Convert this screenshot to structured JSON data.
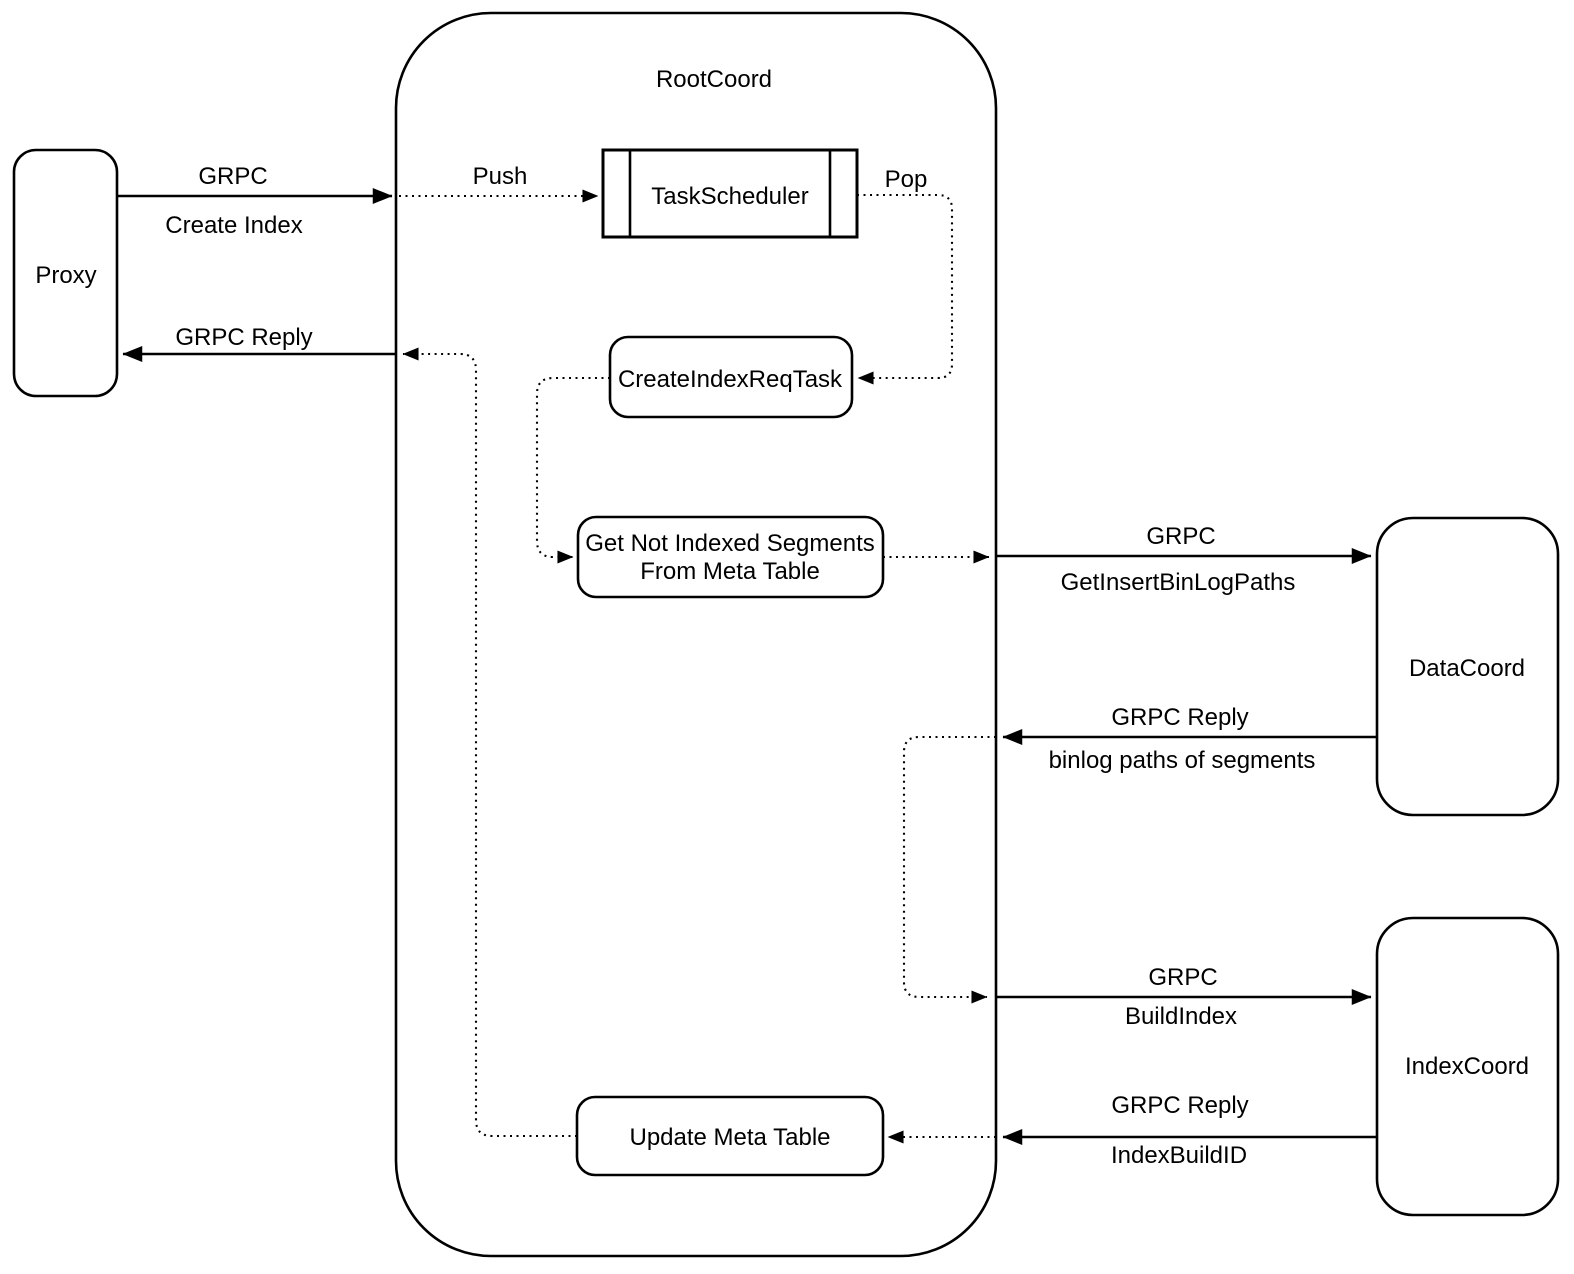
{
  "diagram": {
    "container_label": "RootCoord",
    "nodes": {
      "proxy": "Proxy",
      "task_scheduler": "TaskScheduler",
      "create_index_req_task": "CreateIndexReqTask",
      "get_not_indexed_line1": "Get Not Indexed Segments",
      "get_not_indexed_line2": "From Meta Table",
      "update_meta_table": "Update Meta Table",
      "data_coord": "DataCoord",
      "index_coord": "IndexCoord"
    },
    "edge_labels": {
      "grpc_create": "GRPC",
      "create_index": "Create Index",
      "push": "Push",
      "pop": "Pop",
      "grpc_reply_proxy": "GRPC Reply",
      "grpc_get_insert": "GRPC",
      "get_insert_bin_log_paths": "GetInsertBinLogPaths",
      "grpc_reply_data_coord": "GRPC Reply",
      "binlog_paths_of_segments": "binlog paths of segments",
      "grpc_build": "GRPC",
      "build_index": "BuildIndex",
      "grpc_reply_index_coord": "GRPC Reply",
      "index_build_id": "IndexBuildID"
    },
    "colors": {
      "stroke": "#000000",
      "background": "#ffffff"
    }
  }
}
